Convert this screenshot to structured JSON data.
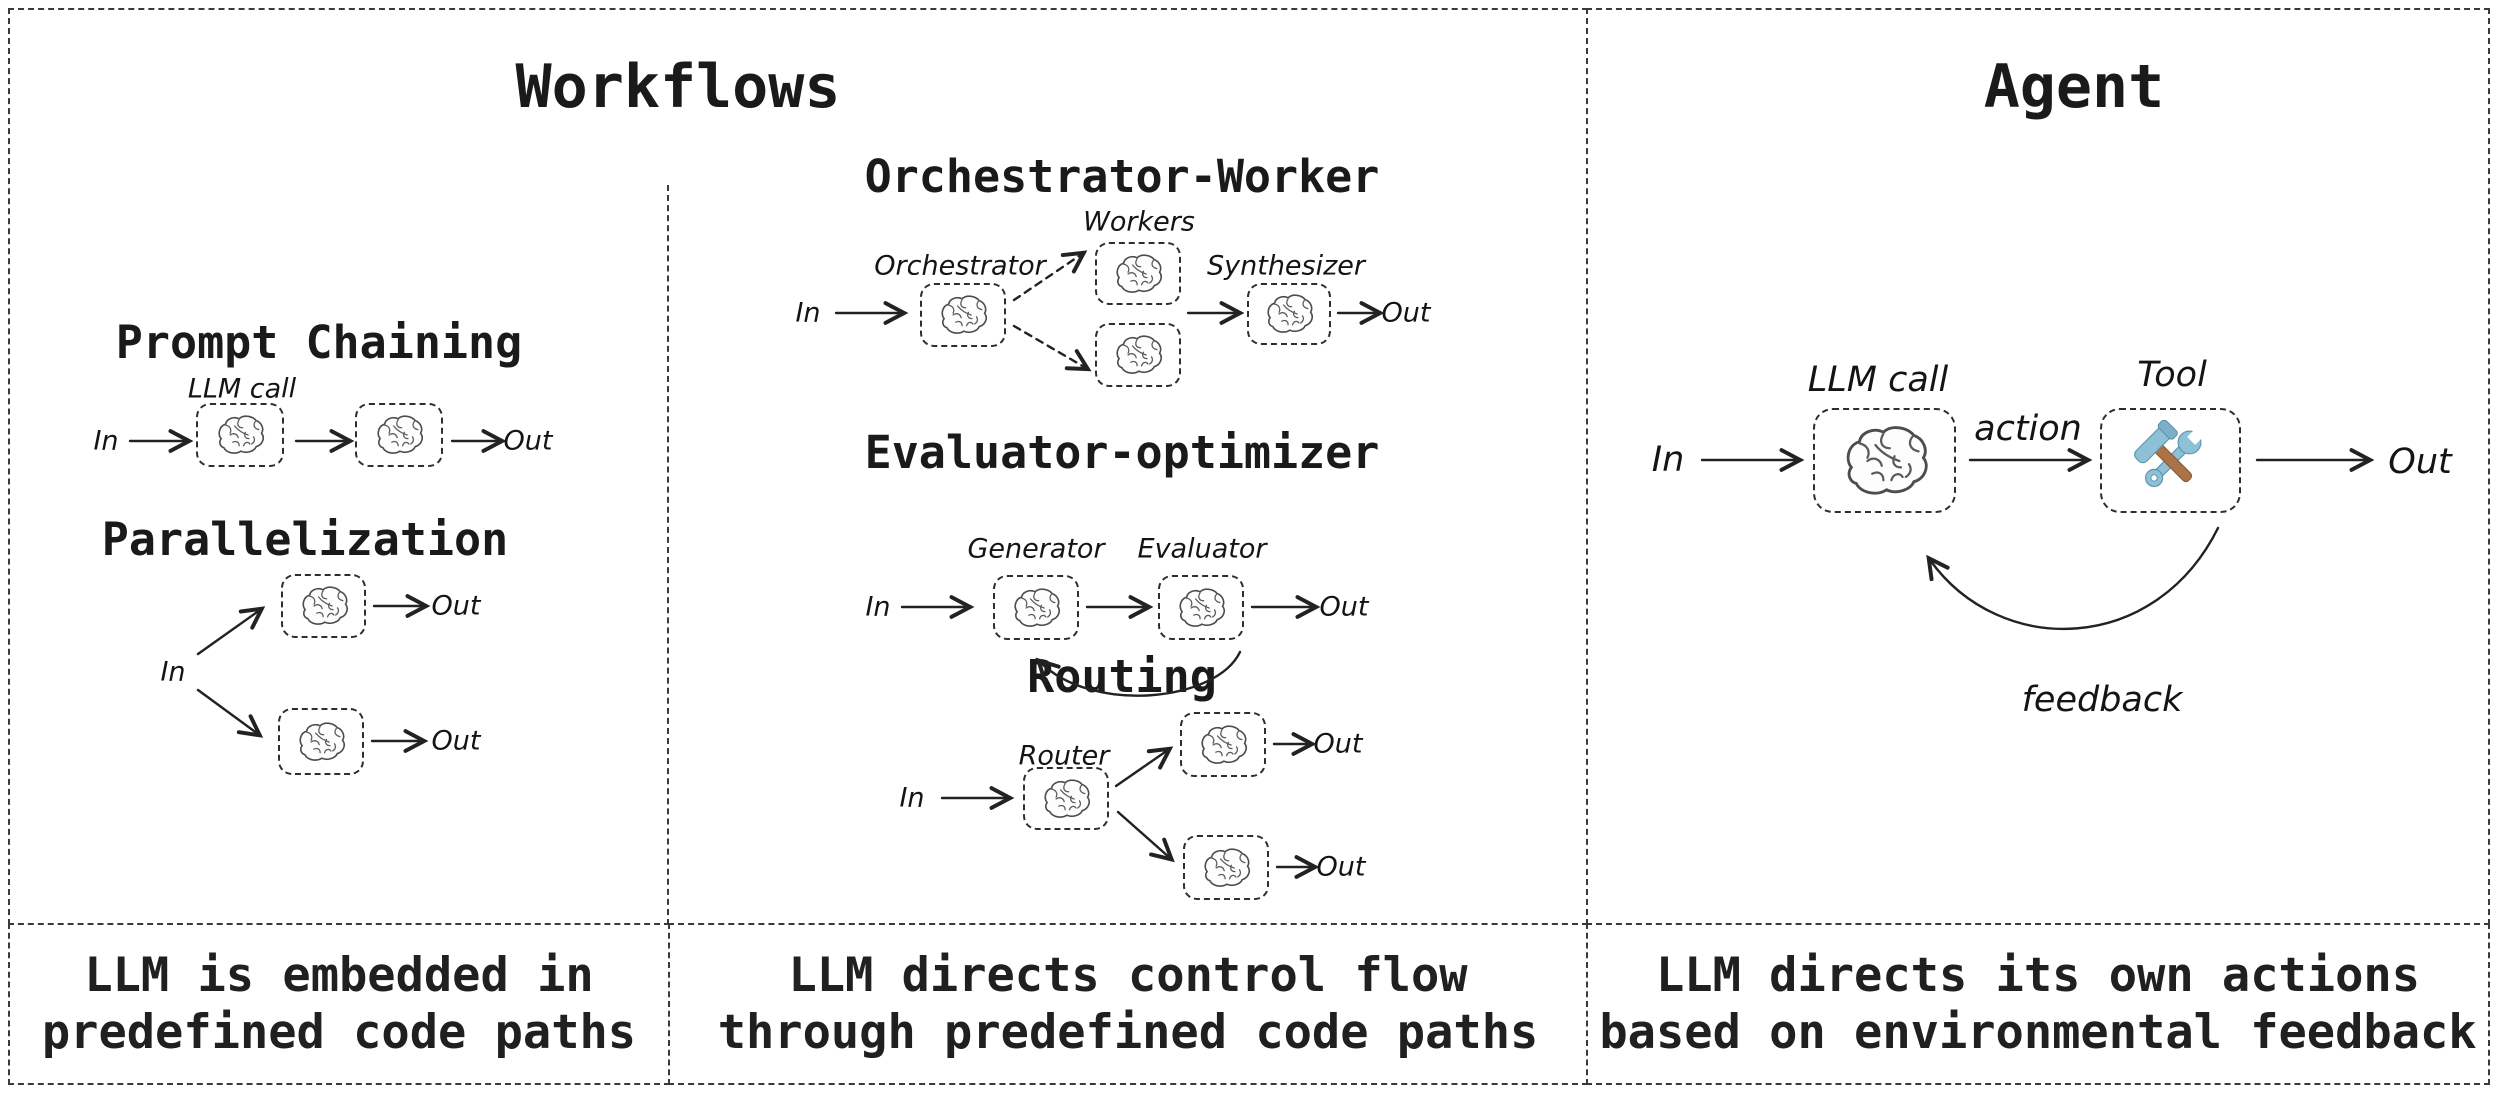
{
  "workflows": {
    "title": "Workflows",
    "caption": {
      "lines": [
        "LLM is embedded in",
        "predefined code paths"
      ]
    },
    "caption_middle": {
      "lines": [
        "LLM directs control flow",
        "through predefined code paths"
      ]
    },
    "sections": {
      "prompt_chaining": {
        "heading": "Prompt Chaining",
        "llm_call_label": "LLM call",
        "in_label": "In",
        "out_label": "Out"
      },
      "parallelization": {
        "heading": "Parallelization",
        "in_label": "In",
        "out_top_label": "Out",
        "out_bottom_label": "Out"
      },
      "orchestrator_worker": {
        "heading": "Orchestrator-Worker",
        "orchestrator_label": "Orchestrator",
        "workers_label": "Workers",
        "synthesizer_label": "Synthesizer",
        "in_label": "In",
        "out_label": "Out"
      },
      "evaluator_optimizer": {
        "heading": "Evaluator-optimizer",
        "generator_label": "Generator",
        "evaluator_label": "Evaluator",
        "in_label": "In",
        "out_label": "Out"
      },
      "routing": {
        "heading": "Routing",
        "router_label": "Router",
        "in_label": "In",
        "out_top_label": "Out",
        "out_bottom_label": "Out"
      }
    }
  },
  "agent": {
    "title": "Agent",
    "caption": {
      "lines": [
        "LLM directs its own actions",
        "based on environmental feedback"
      ]
    },
    "llm_call_label": "LLM call",
    "action_label": "action",
    "tool_label": "Tool",
    "in_label": "In",
    "out_label": "Out",
    "feedback_label": "feedback"
  },
  "icons": {
    "brain": "brain-sketch-icon",
    "tools": "hammer-wrench-icon"
  },
  "colors": {
    "line": "#222222",
    "border": "#3a3a3a",
    "wrench_blue": "#8fc1d6",
    "wrench_blue_dark": "#5d93ad",
    "hammer_brown": "#ad7348"
  }
}
